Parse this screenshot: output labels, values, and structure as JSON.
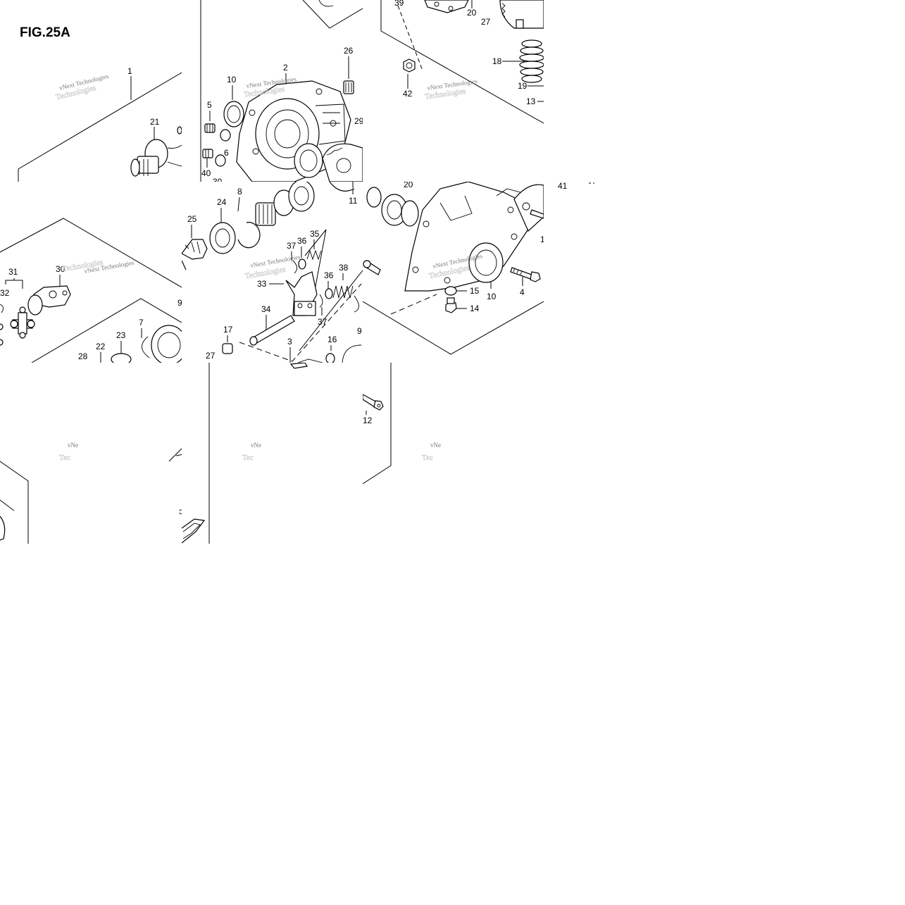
{
  "figure": {
    "title": "FIG.25A",
    "watermark_line1": "vNext Technologies",
    "watermark_outline": "Technologies",
    "watermark_partial": "vNe",
    "watermark_partial_outline": "Tec"
  },
  "callouts": {
    "t00": [
      "1",
      "21"
    ],
    "t01": [
      "2",
      "10",
      "26",
      "5",
      "6",
      "29",
      "40",
      "30"
    ],
    "t02": [
      "39",
      "20",
      "27",
      "18",
      "19",
      "13",
      "42"
    ],
    "t10": [
      "31",
      "30",
      "32",
      "9",
      "28",
      "22",
      "23",
      "7"
    ],
    "t11": [
      "8",
      "24",
      "25",
      "37",
      "36",
      "35",
      "33",
      "38",
      "36",
      "37",
      "34",
      "17",
      "3",
      "16",
      "9",
      "27",
      "11"
    ],
    "t12": [
      "20",
      "15",
      "14",
      "10",
      "4",
      "1"
    ],
    "t13": [
      "41"
    ],
    "t21": [
      "12"
    ]
  },
  "colors": {
    "line": "#000000",
    "background": "#ffffff",
    "watermark": "#777777"
  }
}
